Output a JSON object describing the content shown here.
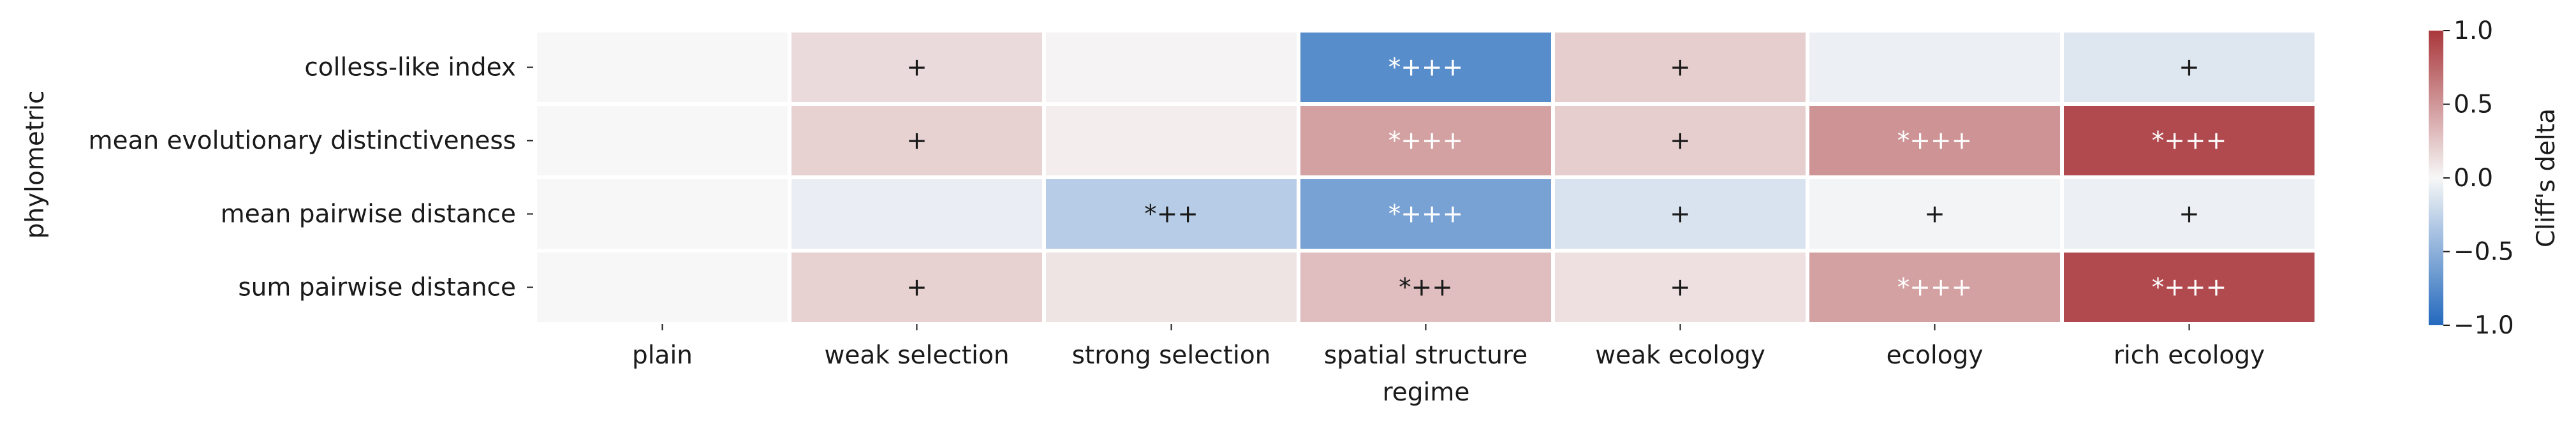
{
  "chart_data": {
    "type": "heatmap",
    "xlabel": "regime",
    "ylabel": "phylometric",
    "colorbar_label": "Cliff's delta",
    "colorbar_range": [
      -1.0,
      1.0
    ],
    "colorbar_ticks": [
      "1.0",
      "0.5",
      "0.0",
      "−0.5",
      "−1.0"
    ],
    "colorbar_tick_values": [
      1.0,
      0.5,
      0.0,
      -0.5,
      -1.0
    ],
    "colormap": "vlag (blue-white-red diverging)",
    "colors": {
      "negative": "#2369bd",
      "zero": "#f7f7f7",
      "positive": "#a9373b"
    },
    "x_categories": [
      "plain",
      "weak selection",
      "strong selection",
      "spatial structure",
      "weak ecology",
      "ecology",
      "rich ecology"
    ],
    "y_categories": [
      "colless-like index",
      "mean evolutionary distinctiveness",
      "mean pairwise distance",
      "sum pairwise distance"
    ],
    "values": [
      [
        0.0,
        0.15,
        0.02,
        -0.75,
        0.22,
        -0.05,
        -0.12
      ],
      [
        0.0,
        0.2,
        0.05,
        0.45,
        0.22,
        0.52,
        0.9
      ],
      [
        0.0,
        -0.06,
        -0.3,
        -0.6,
        -0.14,
        -0.02,
        -0.05
      ],
      [
        0.0,
        0.2,
        0.1,
        0.3,
        0.12,
        0.45,
        0.9
      ]
    ],
    "annotations": [
      [
        "",
        "+",
        "",
        "*+++",
        "+",
        "",
        "+"
      ],
      [
        "",
        "+",
        "",
        "*+++",
        "+",
        "*+++",
        "*+++"
      ],
      [
        "",
        "",
        "*++",
        "*+++",
        "+",
        "+",
        "+"
      ],
      [
        "",
        "+",
        "",
        "*++",
        "+",
        "*+++",
        "*+++"
      ]
    ],
    "grid": false,
    "legend": "colorbar right"
  }
}
